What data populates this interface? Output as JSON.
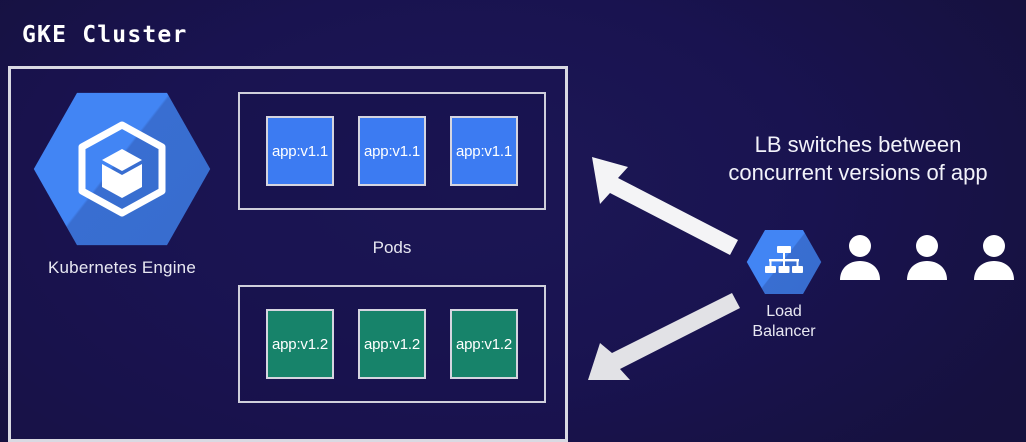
{
  "diagram": {
    "title": "GKE Cluster",
    "background_color": "#191350",
    "cluster": {
      "border_color": "#d9d9e2",
      "engine": {
        "icon": "kubernetes-engine-hexagon-icon",
        "label": "Kubernetes Engine",
        "color": "#4285f4"
      },
      "pods_label": "Pods",
      "pod_groups": [
        {
          "id": "v1.1",
          "color": "#3c7bf2",
          "pods": [
            {
              "label": "app:v1.1"
            },
            {
              "label": "app:v1.1"
            },
            {
              "label": "app:v1.1"
            }
          ]
        },
        {
          "id": "v1.2",
          "color": "#17836a",
          "pods": [
            {
              "label": "app:v1.2"
            },
            {
              "label": "app:v1.2"
            },
            {
              "label": "app:v1.2"
            }
          ]
        }
      ]
    },
    "arrows": [
      {
        "name": "arrow-to-v11-pods",
        "direction": "up-left",
        "color": "#f2f2f2"
      },
      {
        "name": "arrow-to-v12-pods",
        "direction": "down-left",
        "color": "#e0e0e0"
      }
    ],
    "callout": {
      "line1": "LB switches between",
      "line2": "concurrent versions of app"
    },
    "load_balancer": {
      "icon": "load-balancer-hexagon-icon",
      "label_line1": "Load",
      "label_line2": "Balancer",
      "color": "#4285f4"
    },
    "users": {
      "icon": "user-person-icon",
      "count": 3,
      "color": "#ffffff"
    }
  }
}
